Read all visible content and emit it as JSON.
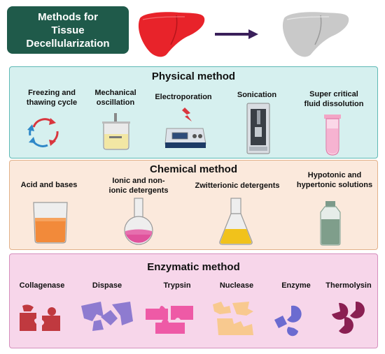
{
  "header": {
    "title_lines": [
      "Methods for",
      "Tissue",
      "Decellularization"
    ]
  },
  "physical": {
    "title": "Physical method",
    "items": [
      {
        "lines": [
          "Freezing and",
          "thawing cycle"
        ],
        "icon": "cycle-arrows-icon"
      },
      {
        "lines": [
          "Mechanical",
          "oscillation"
        ],
        "icon": "stirred-beaker-icon"
      },
      {
        "lines": [
          "Electroporation"
        ],
        "icon": "electroporator-icon"
      },
      {
        "lines": [
          "Sonication"
        ],
        "icon": "sonicator-icon"
      },
      {
        "lines": [
          "Super critical",
          "fluid dissolution"
        ],
        "icon": "test-tube-icon"
      }
    ]
  },
  "chemical": {
    "title": "Chemical method",
    "items": [
      {
        "lines": [
          "Acid and bases"
        ],
        "icon": "beaker-icon"
      },
      {
        "lines": [
          "Ionic and non-",
          "ionic detergents"
        ],
        "icon": "round-flask-icon"
      },
      {
        "lines": [
          "Zwitterionic detergents"
        ],
        "icon": "erlenmeyer-flask-icon"
      },
      {
        "lines": [
          "Hypotonic and",
          "hypertonic solutions"
        ],
        "icon": "bottle-icon"
      }
    ]
  },
  "enzymatic": {
    "title": "Enzymatic method",
    "items": [
      {
        "lines": [
          "Collagenase"
        ],
        "color": "#c0393f"
      },
      {
        "lines": [
          "Dispase"
        ],
        "color": "#8e7bd0"
      },
      {
        "lines": [
          "Trypsin"
        ],
        "color": "#ee5aa6"
      },
      {
        "lines": [
          "Nuclease"
        ],
        "color": "#f8c98f"
      },
      {
        "lines": [
          "Enzyme"
        ],
        "color": "#6b6bd0"
      },
      {
        "lines": [
          "Thermolysin"
        ],
        "color": "#8a1f52"
      }
    ]
  },
  "colors": {
    "liver_healthy": "#e8232a",
    "liver_decell": "#c9c9c9",
    "arrow": "#3a1f5a"
  }
}
